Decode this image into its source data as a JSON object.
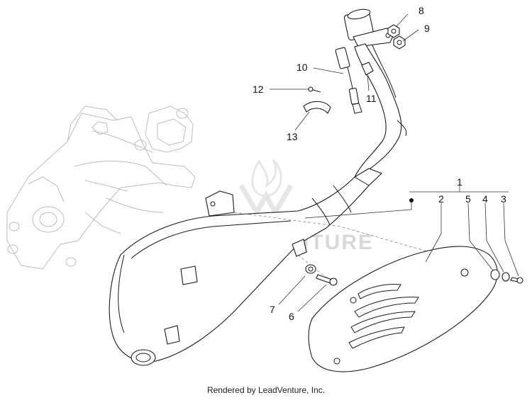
{
  "watermark": "LEADVENTURE",
  "footer": "Rendered by LeadVenture, Inc.",
  "callouts": {
    "c1": "1",
    "c2": "2",
    "c3": "3",
    "c4": "4",
    "c5": "5",
    "c6": "6",
    "c7": "7",
    "c8": "8",
    "c9": "9",
    "c10": "10",
    "c11": "11",
    "c12": "12",
    "c13": "13"
  }
}
